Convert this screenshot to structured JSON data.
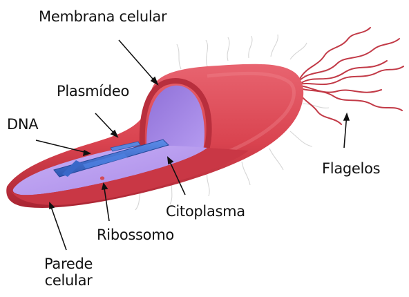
{
  "labels": {
    "membrana": "Membrana celular",
    "plasmideo": "Plasmídeo",
    "dna": "DNA",
    "flagelos": "Flagelos",
    "citoplasma": "Citoplasma",
    "ribossomo": "Ribossomo",
    "parede_line1": "Parede",
    "parede_line2": "celular"
  },
  "colors": {
    "wall": "#d9434f",
    "wall_dark": "#b12a37",
    "membrane_inner": "#9b7fe0",
    "cytoplasm": "#b79cf0",
    "dna": "#3f6fd1",
    "flagella": "#c23a47",
    "fimbriae": "#d9d9d9"
  }
}
